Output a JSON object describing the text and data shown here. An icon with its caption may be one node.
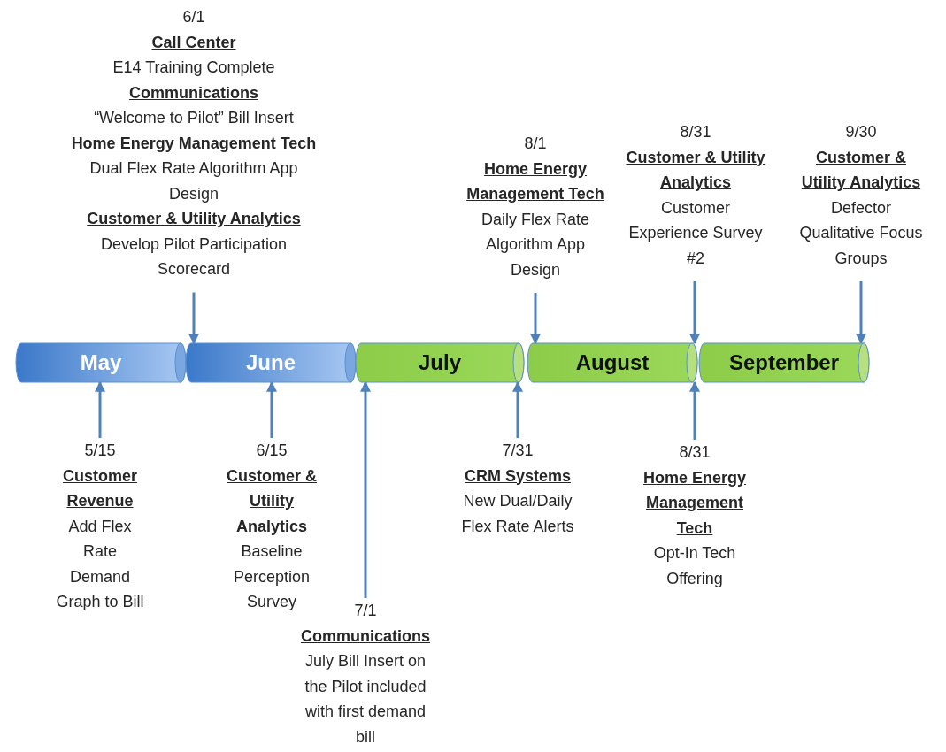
{
  "diagram": {
    "nodes": [
      {
        "text": [
          "6/1",
          "Call Center",
          "E14 Training Complete",
          "Communications",
          "“Welcome to Pilot” Bill Insert",
          "Home Energy Management Tech",
          "Dual Flex Rate Algorithm App Design",
          "Customer & Utility Analytics",
          "Develop Pilot Participation Scorecard"
        ]
      },
      {
        "text": [
          "8/1",
          "Home Energy Management Tech",
          "Daily Flex Rate Algorithm App Design"
        ]
      },
      {
        "text": [
          "8/31",
          "Customer & Utility Analytics",
          "Customer Experience Survey #2"
        ]
      },
      {
        "text": [
          "9/30",
          "Customer & Utility Analytics",
          "Defector Qualitative Focus Groups"
        ]
      },
      {
        "text": [
          "May"
        ]
      },
      {
        "text": [
          "June"
        ]
      },
      {
        "text": [
          "July"
        ]
      },
      {
        "text": [
          "August"
        ]
      },
      {
        "text": [
          "September"
        ]
      },
      {
        "text": [
          "5/15",
          "Customer Revenue",
          "Add Flex Rate Demand Graph to Bill"
        ]
      },
      {
        "text": [
          "6/15",
          "Customer & Utility Analytics",
          "Baseline Perception Survey"
        ]
      },
      {
        "text": [
          "7/1",
          "Communications",
          "July Bill Insert on the Pilot included with first demand bill"
        ]
      },
      {
        "text": [
          "7/31",
          "CRM Systems",
          "New Dual/Daily Flex Rate Alerts"
        ]
      },
      {
        "text": [
          "8/31",
          "Home Energy Management Tech",
          "Opt-In Tech Offering"
        ]
      }
    ],
    "edges": [
      {
        "from": 0,
        "to": 5,
        "arrow": "to"
      },
      {
        "from": 1,
        "to": 7,
        "arrow": "to"
      },
      {
        "from": 2,
        "to": 7,
        "arrow": "to"
      },
      {
        "from": 3,
        "to": 8,
        "arrow": "to"
      },
      {
        "from": 9,
        "to": 4,
        "arrow": "to"
      },
      {
        "from": 10,
        "to": 5,
        "arrow": "to"
      },
      {
        "from": 11,
        "to": 6,
        "arrow": "to"
      },
      {
        "from": 12,
        "to": 6,
        "arrow": "to"
      },
      {
        "from": 13,
        "to": 7,
        "arrow": "to"
      }
    ]
  }
}
